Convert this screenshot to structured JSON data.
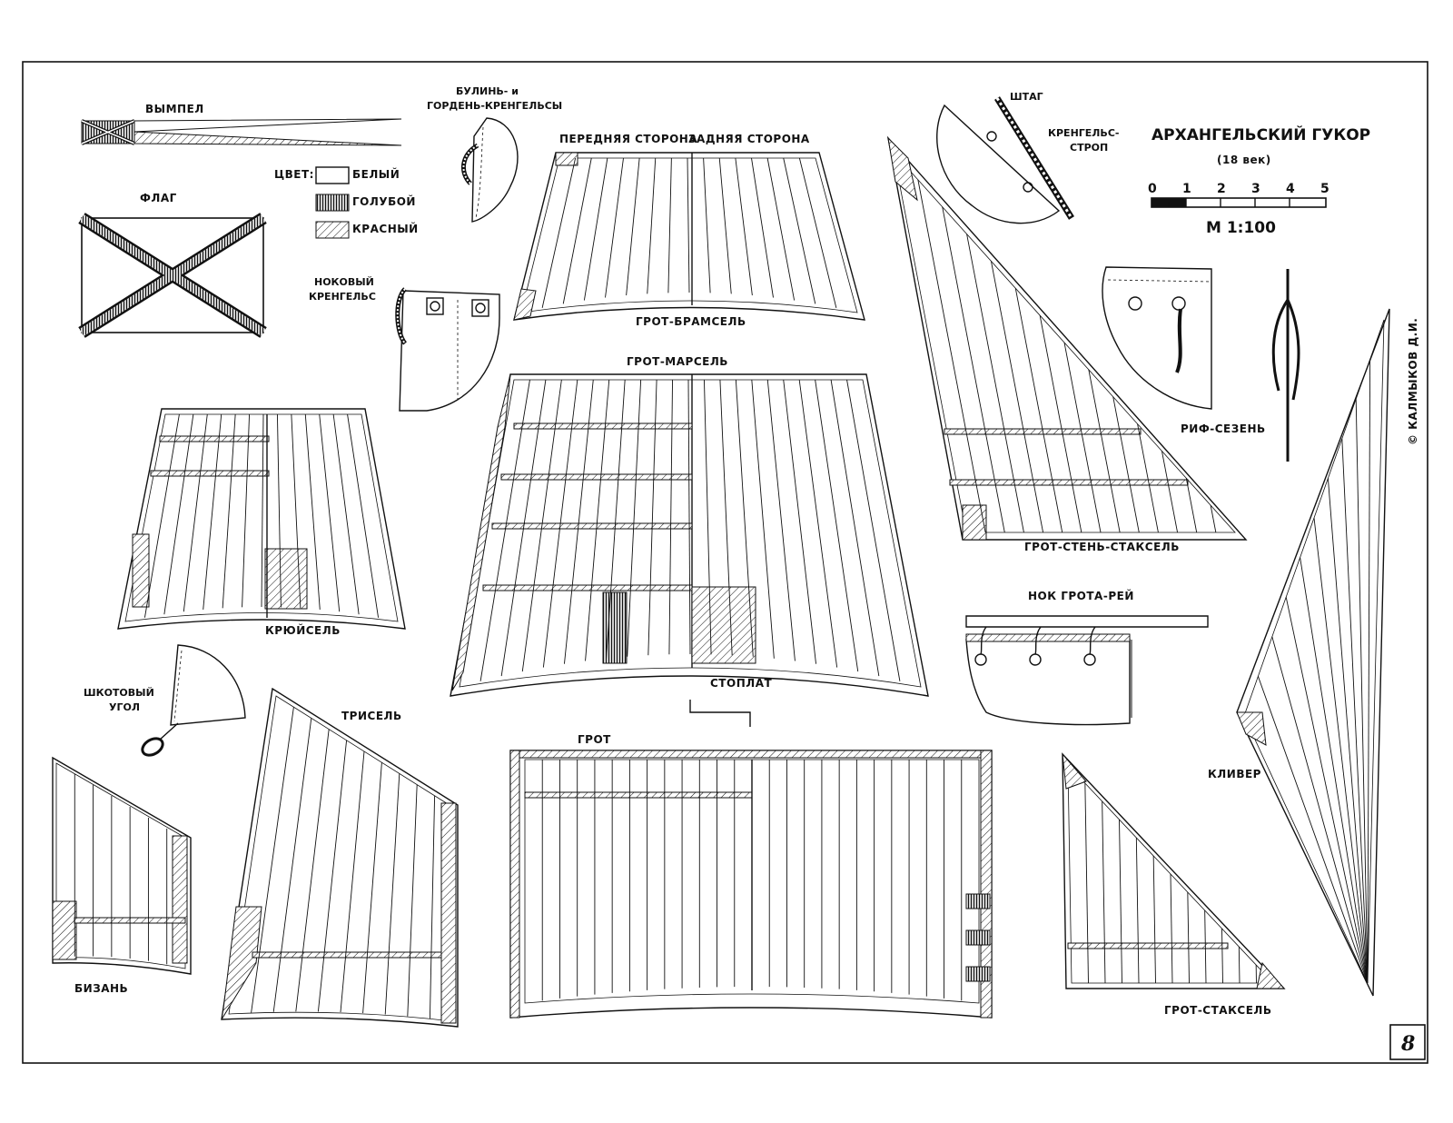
{
  "title": {
    "main": "АРХАНГЕЛЬСКИЙ ГУКОР",
    "century": "(18 век)",
    "scale_ticks": [
      "0",
      "1",
      "2",
      "3",
      "4",
      "5"
    ],
    "scale_text": "М 1:100"
  },
  "legend": {
    "heading": "ЦВЕТ:",
    "items": [
      "БЕЛЫЙ",
      "ГОЛУБОЙ",
      "КРАСНЫЙ"
    ]
  },
  "flags": {
    "pennant": "ВЫМПЕЛ",
    "flag": "ФЛАГ"
  },
  "details": {
    "bowline": "БУЛИНЬ- и",
    "bowline2": "ГОРДЕНЬ-КРЕНГЕЛЬСЫ",
    "nock": "НОКОВЫЙ",
    "nock2": "КРЕНГЕЛЬС",
    "sheet_corner": "ШКОТОВЫЙ",
    "sheet_corner2": "УГОЛ",
    "stay": "ШТАГ",
    "cringle": "КРЕНГЕЛЬС-",
    "cringle2": "СТРОП",
    "reef": "РИФ-СЕЗЕНЬ",
    "yardarm": "НОК ГРОТА-РЕЙ"
  },
  "sails": {
    "front_side": "ПЕРЕДНЯЯ СТОРОНА",
    "back_side": "ЗАДНЯЯ СТОРОНА",
    "topgallant": "ГРОТ-БРАМСЕЛЬ",
    "topsail": "ГРОТ-МАРСЕЛЬ",
    "crossjack": "КРЮЙСЕЛЬ",
    "stoplat": "СТОПЛАТ",
    "trysail": "ТРИСЕЛЬ",
    "mizzen": "БИЗАНЬ",
    "mainsail": "ГРОТ",
    "topmast_staysail": "ГРОТ-СТЕНЬ-СТАКСЕЛЬ",
    "jib": "КЛИВЕР",
    "main_staysail": "ГРОТ-СТАКСЕЛЬ"
  },
  "copyright": "© КАЛМЫКОВ Д.И.",
  "page_number": "8"
}
